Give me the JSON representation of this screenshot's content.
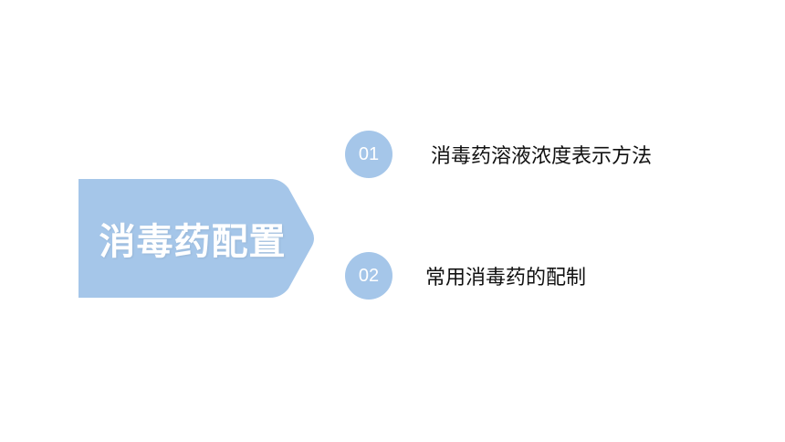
{
  "colors": {
    "accent": "#a5c6e9",
    "background": "#ffffff",
    "text": "#111111"
  },
  "title": "消毒药配置",
  "items": [
    {
      "number": "01",
      "label": "消毒药溶液浓度表示方法"
    },
    {
      "number": "02",
      "label": "常用消毒药的配制"
    }
  ]
}
